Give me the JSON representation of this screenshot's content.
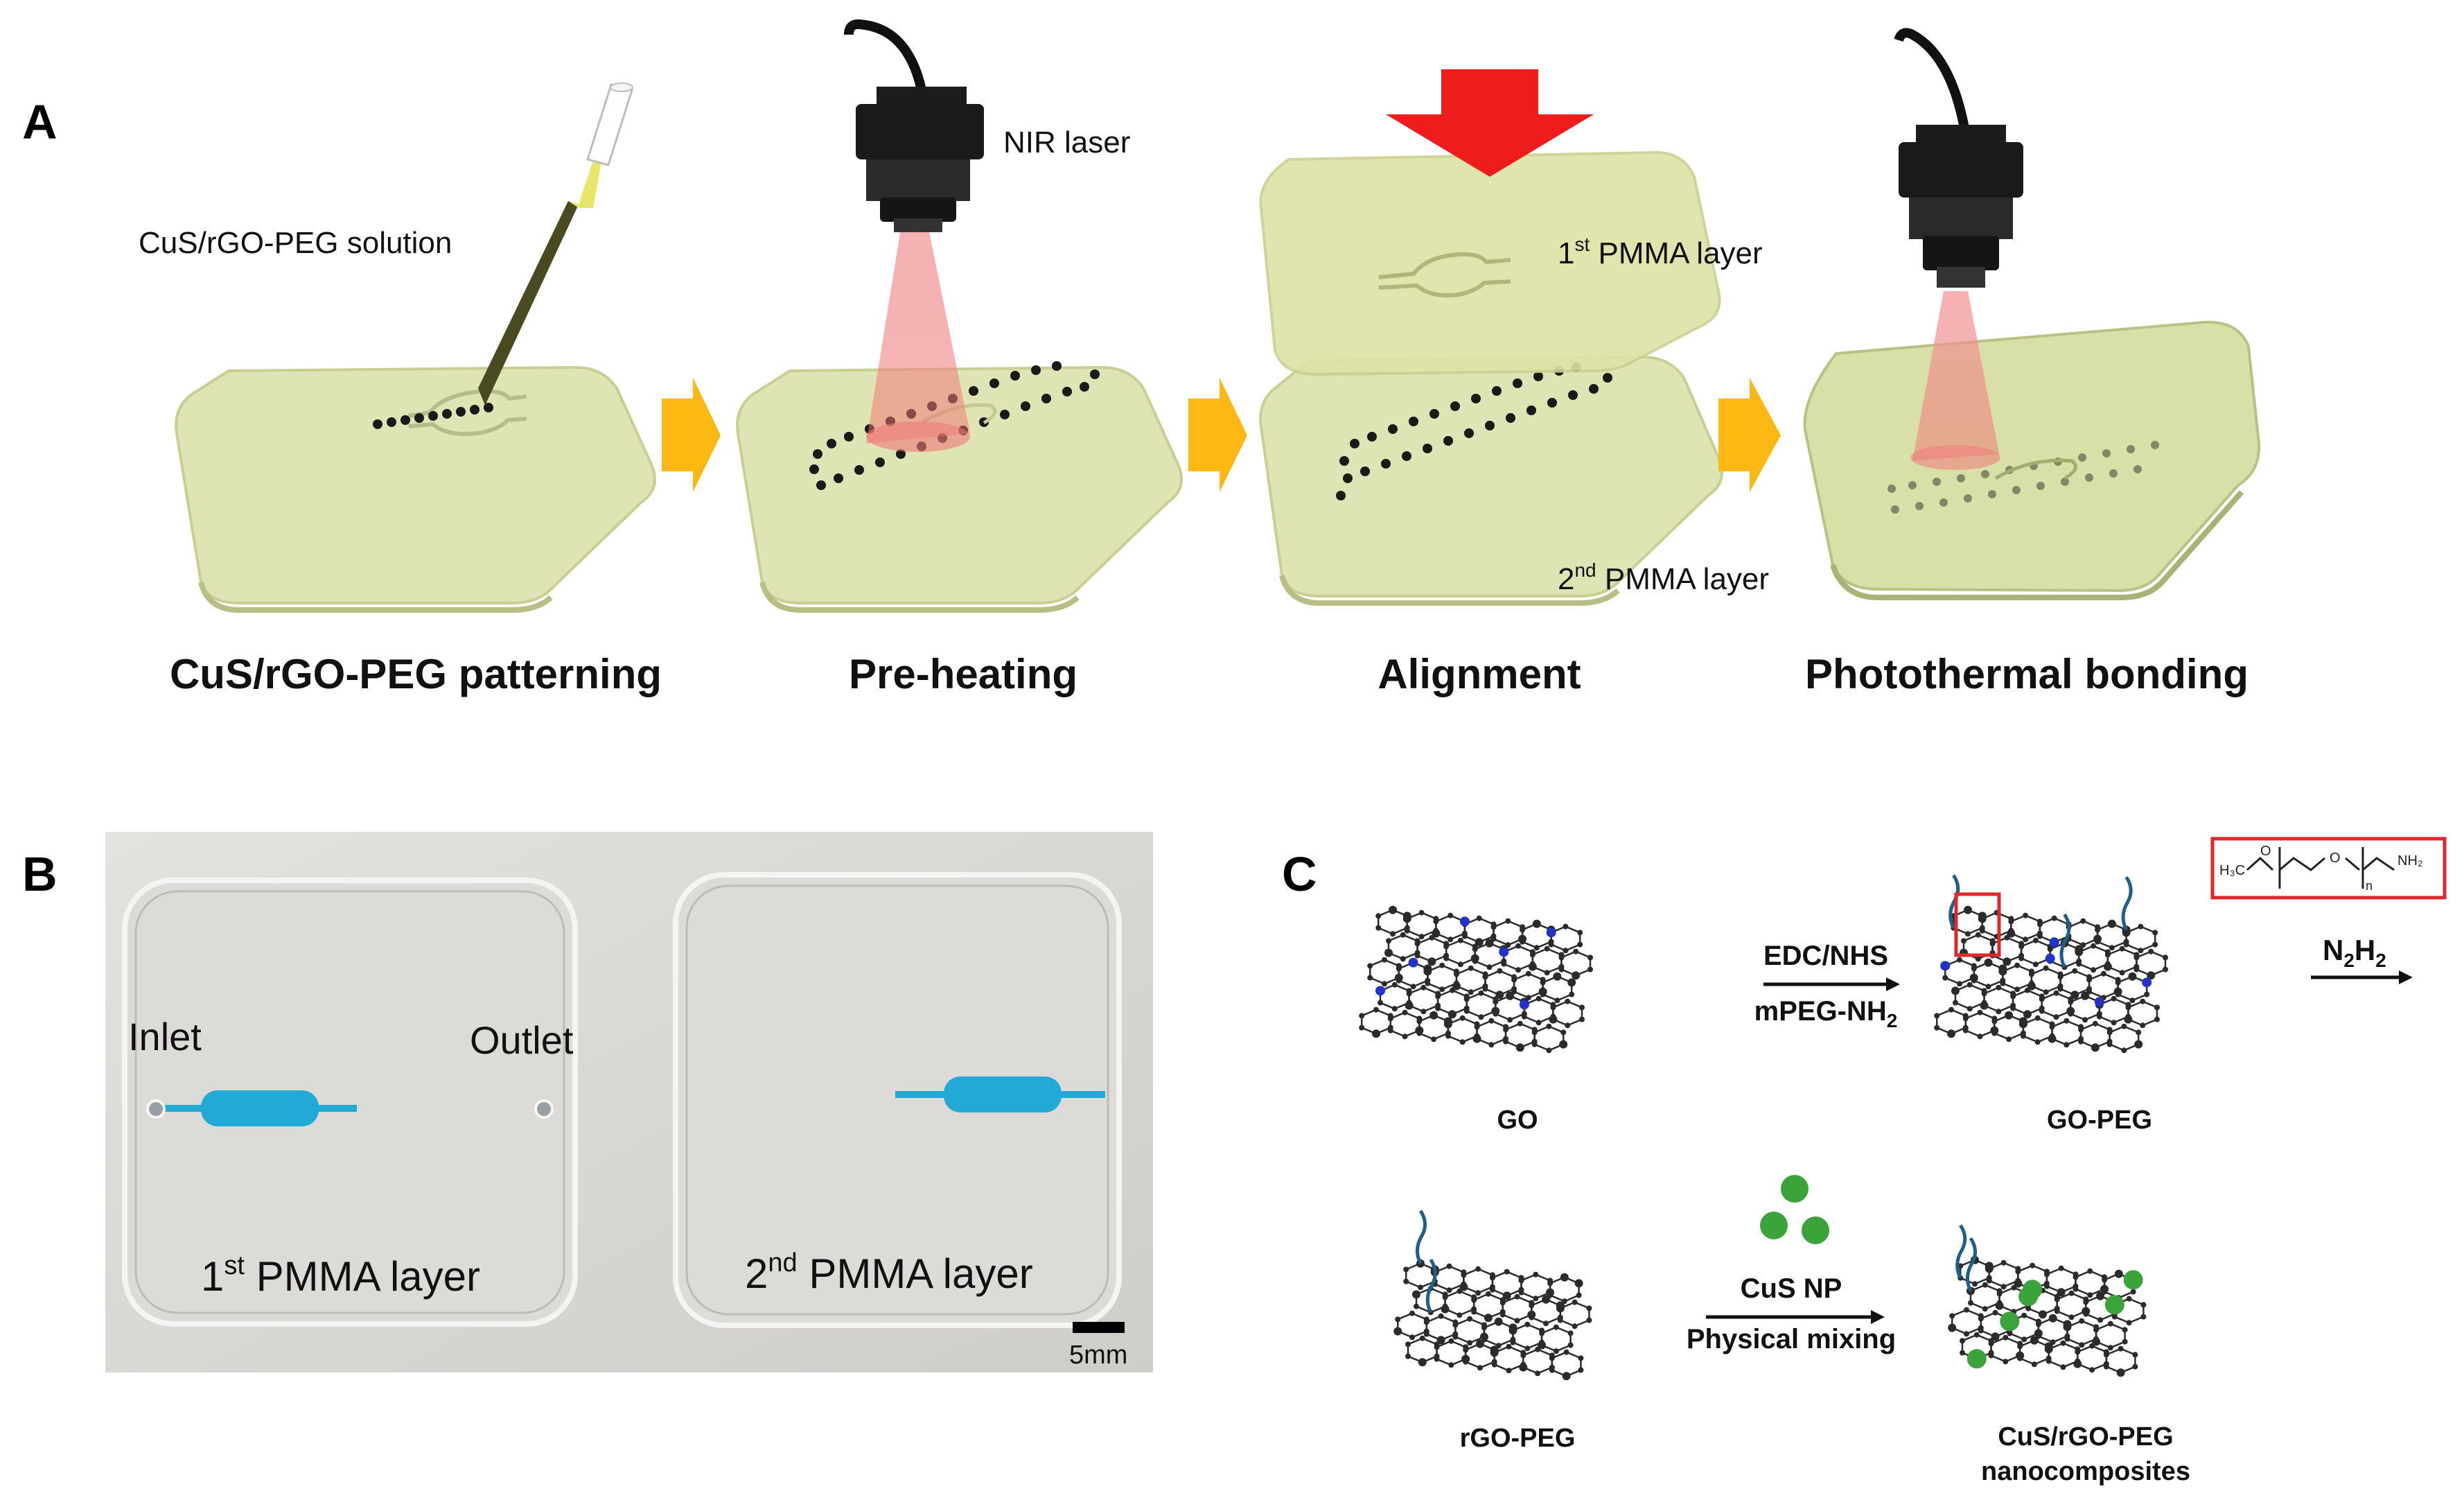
{
  "panel_a": {
    "letter": "A",
    "solution_label": "CuS/rGO-PEG solution",
    "laser_label": "NIR laser",
    "layer1_label": {
      "base": "1",
      "sup": "st",
      "rest": " PMMA layer"
    },
    "layer2_label": {
      "base": "2",
      "sup": "nd",
      "rest": " PMMA layer"
    },
    "steps": [
      "CuS/rGO-PEG patterning",
      "Pre-heating",
      "Alignment",
      "Photothermal bonding"
    ]
  },
  "panel_b": {
    "letter": "B",
    "inlet_label": "Inlet",
    "outlet_label": "Outlet",
    "layer1_label": {
      "base": "1",
      "sup": "st",
      "rest": " PMMA layer"
    },
    "layer2_label": {
      "base": "2",
      "sup": "nd",
      "rest": " PMMA layer"
    },
    "scale_label": "5mm"
  },
  "panel_c": {
    "letter": "C",
    "go_label": "GO",
    "gopeg_label": "GO-PEG",
    "rgopeg_label": "rGO-PEG",
    "product_label_1": "CuS/rGO-PEG",
    "product_label_2": "nanocomposites",
    "reagent_top_1": "EDC/NHS",
    "reagent_top_2": {
      "base": "mPEG-NH",
      "sub": "2"
    },
    "reagent_reduce": {
      "a": "N",
      "a_sub": "2",
      "b": "H",
      "b_sub": "2"
    },
    "reagent_bottom_1": "CuS NP",
    "reagent_bottom_2": "Physical mixing",
    "peg_formula": {
      "left": "H₃C",
      "o": "O",
      "n": "n",
      "right": "NH₂"
    }
  },
  "colors": {
    "plate": "#dfe4b4",
    "plate_edge": "#c9cf92",
    "arrow": "#fdb813",
    "red_arrow": "#ee1c1c",
    "laser_beam": "#f08a8a",
    "dye": "#23a9d6",
    "carbon": "#2b2b2b",
    "oxygen": "#2233cc",
    "cus": "#3aa33a",
    "peg_chain": "#1f5f8a",
    "photo_bg": "#d7d6d2"
  }
}
